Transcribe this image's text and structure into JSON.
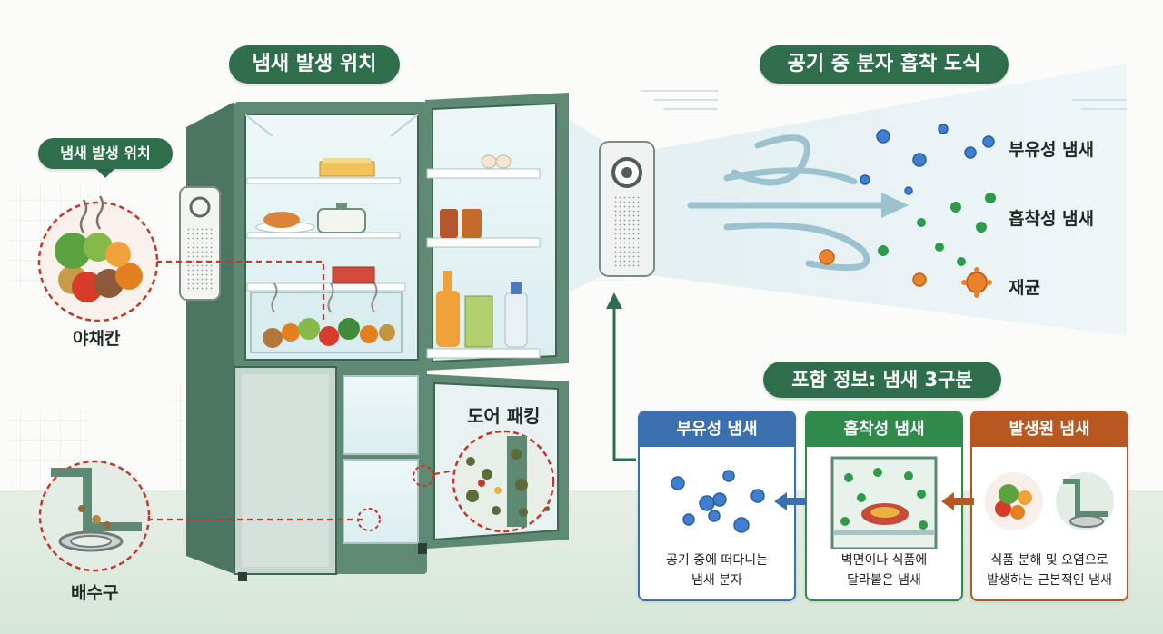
{
  "header": {
    "left_title": "냄새 발생 위치",
    "right_title": "공기 중 분자 흡착 도식"
  },
  "callout": {
    "location_tag": "냄새 발생 위치"
  },
  "spots": {
    "vegetable": "야채칸",
    "drain": "배수구",
    "door_gasket": "도어 패킹"
  },
  "legend": {
    "floating": "부유성 냄새",
    "adsorbed": "흡착성 냄새",
    "bacteria": "재균"
  },
  "info": {
    "title": "포함 정보: 냄새 3구분",
    "cards": [
      {
        "title": "부유성 냄새",
        "line1": "공기 중에 떠다니는",
        "line2": "냄새 분자",
        "color": "#3a70b0"
      },
      {
        "title": "흡착성 냄새",
        "line1": "벽면이나 식품에",
        "line2": "달라붙은 냄새",
        "color": "#2f8a4b"
      },
      {
        "title": "발생원 냄새",
        "line1": "식품 분해 및 오염으로",
        "line2": "발생하는 근본적인 냄새",
        "color": "#b8571f"
      }
    ]
  },
  "colors": {
    "fridge_body": "#5e8a73",
    "fridge_dark": "#3e6653",
    "accent_green": "#2f6e4d",
    "floating_blue": "#3f7fcf",
    "adsorbed_green": "#2f9a4c",
    "bacteria_orange": "#e9822a",
    "dashed_red": "#c0392b"
  },
  "icons": [
    "leaf-icon",
    "bubble-icon",
    "arrow-icon",
    "purifier-icon"
  ]
}
